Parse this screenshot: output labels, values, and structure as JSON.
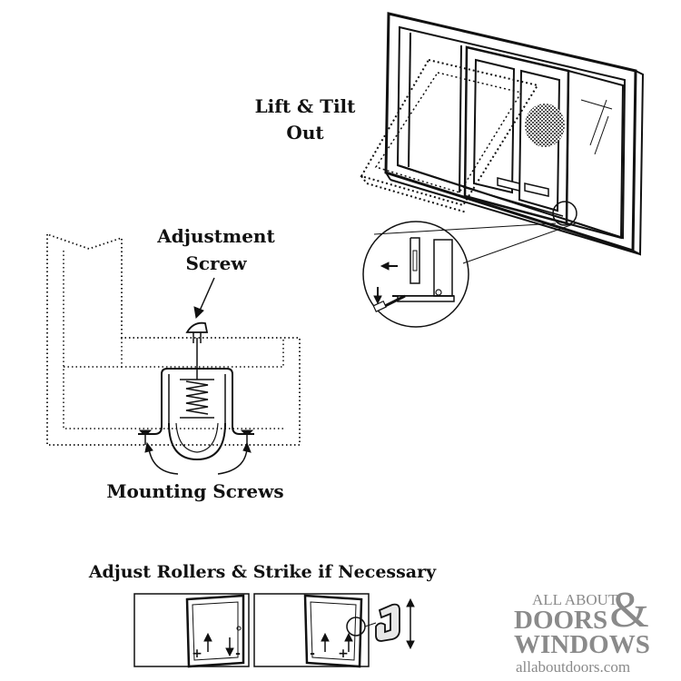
{
  "labels": {
    "lift_tilt_line1": "Lift & Tilt",
    "lift_tilt_line2": "Out",
    "adjustment_line1": "Adjustment",
    "adjustment_line2": "Screw",
    "mounting_screws": "Mounting Screws",
    "adjust_rollers": "Adjust Rollers & Strike if Necessary"
  },
  "roller_marks": {
    "left_box_plus": "+",
    "left_box_minus": "-",
    "right_box_minus": "-",
    "right_box_plus": "+"
  },
  "logo": {
    "line1_part1": "ALL ABOUT",
    "line1_part2": "&",
    "line2": "DOORS",
    "line3": "WINDOWS",
    "url": "allaboutdoors.com",
    "color": "#8a8a8a"
  },
  "colors": {
    "ink": "#111111",
    "background": "#ffffff"
  }
}
